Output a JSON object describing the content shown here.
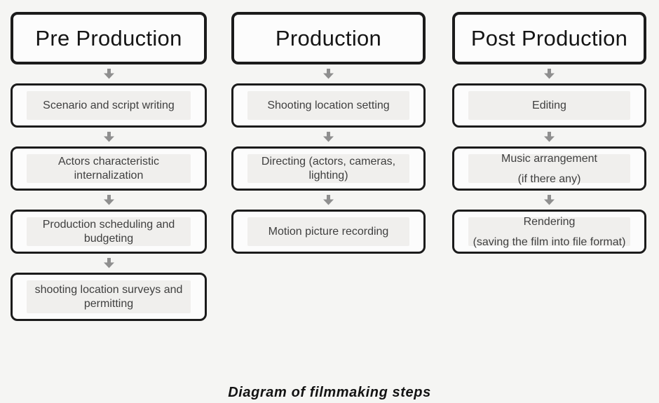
{
  "page": {
    "caption": "Diagram of filmmaking steps"
  },
  "colors": {
    "bg": "#f5f5f3",
    "border": "#1b1b1b",
    "boxfill": "#fcfcfc",
    "boxinner": "#f0efed",
    "arrow": "#8f8f8f",
    "steptext": "#3f3f3f",
    "headertext": "#151515"
  },
  "columns": [
    {
      "header": "Pre Production",
      "steps": [
        {
          "lines": [
            "Scenario and script writing"
          ]
        },
        {
          "lines": [
            "Actors characteristic",
            "internalization"
          ]
        },
        {
          "lines": [
            "Production scheduling and",
            "budgeting"
          ]
        },
        {
          "lines": [
            "shooting location surveys and",
            "permitting"
          ]
        }
      ]
    },
    {
      "header": "Production",
      "steps": [
        {
          "lines": [
            "Shooting location setting"
          ]
        },
        {
          "lines": [
            "Directing (actors, cameras,",
            "lighting)"
          ]
        },
        {
          "lines": [
            "Motion picture recording"
          ]
        }
      ]
    },
    {
      "header": "Post Production",
      "steps": [
        {
          "lines": [
            "Editing"
          ]
        },
        {
          "lines": [
            "Music arrangement",
            "(if there any)"
          ]
        },
        {
          "lines": [
            "Rendering",
            "(saving the film into file format)"
          ]
        }
      ]
    }
  ]
}
